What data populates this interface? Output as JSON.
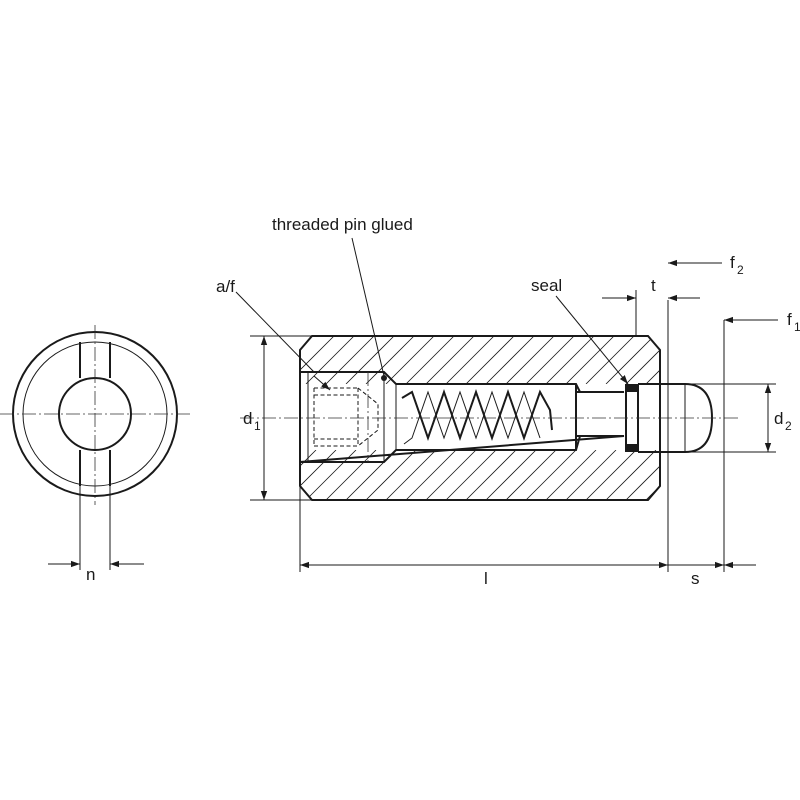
{
  "title": "",
  "labels": {
    "threaded_pin": "threaded pin glued",
    "af": "a/f",
    "seal": "seal",
    "t": "t",
    "f2": "f",
    "f2_sub": "2",
    "f1": "f",
    "f1_sub": "1",
    "d1": "d",
    "d1_sub": "1",
    "d2": "d",
    "d2_sub": "2",
    "n": "n",
    "l": "l",
    "s": "s"
  }
}
